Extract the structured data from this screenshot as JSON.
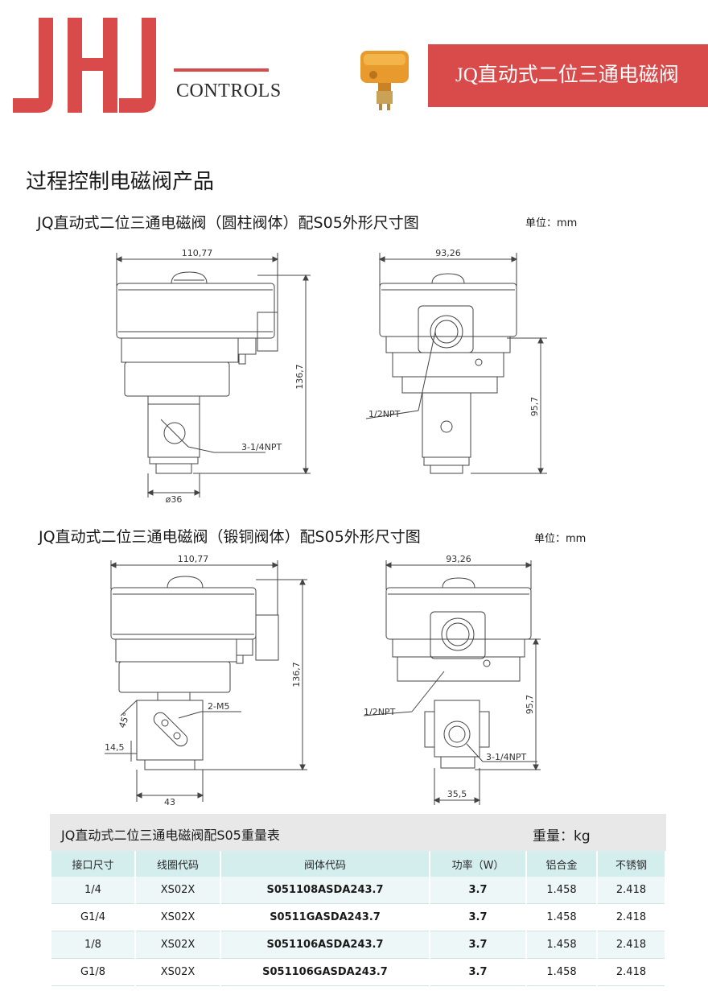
{
  "header": {
    "logo_text": "JHJ",
    "logo_sub": "CONTROLS",
    "banner": "JQ直动式二位三通电磁阀",
    "brand_color": "#d94a4a"
  },
  "section_title": "过程控制电磁阀产品",
  "figure1": {
    "title": "JQ直动式二位三通电磁阀（圆柱阀体）配S05外形尺寸图",
    "unit": "单位：mm",
    "front": {
      "width": "110,77",
      "height": "136,7",
      "port": "3-1/4NPT",
      "diameter": "ø36"
    },
    "side": {
      "width": "93,26",
      "height": "95,7",
      "port": "1/2NPT"
    }
  },
  "figure2": {
    "title": "JQ直动式二位三通电磁阀（锻铜阀体）配S05外形尺寸图",
    "unit": "单位：mm",
    "front": {
      "width": "110,77",
      "height": "136,7",
      "screw": "2-M5",
      "angle": "45°",
      "offset": "14,5",
      "base": "43"
    },
    "side": {
      "width": "93,26",
      "height": "95,7",
      "port_top": "1/2NPT",
      "port": "3-1/4NPT",
      "base": "35,5"
    }
  },
  "table": {
    "caption": "JQ直动式二位三通电磁阀配S05重量表",
    "weight_unit": "重量：kg",
    "headers": [
      "接口尺寸",
      "线圈代码",
      "阀体代码",
      "功率（W）",
      "铝合金",
      "不锈钢"
    ],
    "rows": [
      [
        "1/4",
        "XS02X",
        "S051108ASDA243.7",
        "3.7",
        "1.458",
        "2.418"
      ],
      [
        "G1/4",
        "XS02X",
        "S0511GASDA243.7",
        "3.7",
        "1.458",
        "2.418"
      ],
      [
        "1/8",
        "XS02X",
        "S051106ASDA243.7",
        "3.7",
        "1.458",
        "2.418"
      ],
      [
        "G1/8",
        "XS02X",
        "S051106GASDA243.7",
        "3.7",
        "1.458",
        "2.418"
      ]
    ]
  }
}
